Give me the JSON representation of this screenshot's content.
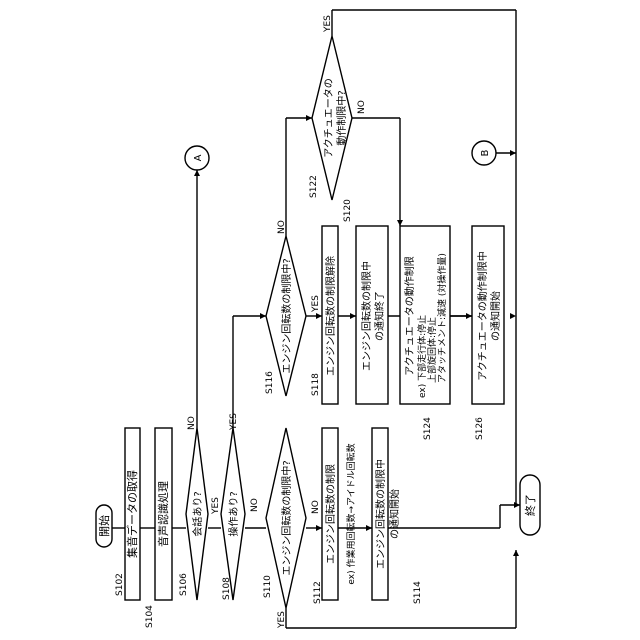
{
  "start": "開始",
  "end": "終了",
  "connector_a": "A",
  "connector_b": "B",
  "yes": "YES",
  "no": "NO",
  "steps": {
    "s102": {
      "id": "S102",
      "text": "集音データの取得"
    },
    "s104": {
      "id": "S104",
      "text": "音声認識処理"
    },
    "s106": {
      "id": "S106",
      "text": "会話あり?"
    },
    "s108": {
      "id": "S108",
      "text": "操作あり?"
    },
    "s110": {
      "id": "S110",
      "text": "エンジン回転数の制限中?"
    },
    "s112": {
      "id": "S112",
      "text1": "エンジン回転数の制限",
      "text2": "ex) 作業用回転数→アイドル回転数"
    },
    "s114": {
      "id": "S114",
      "text1": "エンジン回転数の制限中",
      "text2": "の通知開始"
    },
    "s116": {
      "id": "S116",
      "text": "エンジン回転数の制限中?"
    },
    "s118": {
      "id": "S118",
      "text": "エンジン回転数の制限解除"
    },
    "s120": {
      "id": "S120",
      "text1": "エンジン回転数の制限中",
      "text2": "の通知終了"
    },
    "s122": {
      "id": "S122",
      "text1": "アクチュエータの",
      "text2": "動作制限中?"
    },
    "s124": {
      "id": "S124",
      "text1": "アクチュエータの動作制限",
      "text2": "ex) 下部走行体:停止",
      "text3": "上部旋回体:停止",
      "text4": "アタッチメント:減速 (対操作量)"
    },
    "s126": {
      "id": "S126",
      "text1": "アクチュエータの動作制限中",
      "text2": "の通知開始"
    }
  }
}
